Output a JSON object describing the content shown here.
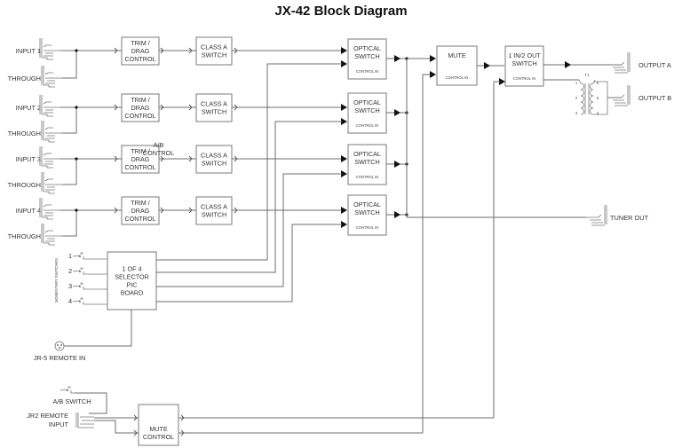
{
  "title": "JX-42 Block Diagram",
  "inputs": [
    {
      "label": "INPUT 1",
      "through_label": "THROUGH"
    },
    {
      "label": "INPUT 2",
      "through_label": "THROUGH"
    },
    {
      "label": "INPUT 3",
      "through_label": "THROUGH"
    },
    {
      "label": "INPUT 4",
      "through_label": "THROUGH"
    }
  ],
  "blocks": {
    "trim_drag": [
      "TRIM /",
      "DRAG",
      "CONTROL"
    ],
    "class_a": [
      "CLASS A",
      "SWITCH"
    ],
    "optical": [
      "OPTICAL",
      "SWITCH"
    ],
    "control_in": "CONTROL IN",
    "mute": "MUTE",
    "one_in_two_out": [
      "1 IN/2 OUT",
      "SWITCH"
    ],
    "selector": [
      "1 OF 4",
      "SELECTOR",
      "PIC",
      "BOARD"
    ],
    "ab_control": [
      "A/B",
      "CONTROL"
    ],
    "mute_control": [
      "MUTE",
      "CONTROL"
    ]
  },
  "momentary": {
    "label": "MOMENTARY SWITCHES",
    "numbers": [
      "1",
      "2",
      "3",
      "4"
    ]
  },
  "transformer": {
    "label": "T1",
    "pins_left": [
      "1",
      "2",
      "3"
    ],
    "pins_right": [
      "6",
      "5",
      "4"
    ]
  },
  "outputs": {
    "a": "OUTPUT A",
    "b": "OUTPUT B",
    "tuner": "TUNER OUT"
  },
  "remote": {
    "jr5": "JR-5 REMOTE IN",
    "ab_switch": "A/B SWITCH",
    "jr2_line1": "JR2 REMOTE",
    "jr2_line2": "INPUT"
  }
}
